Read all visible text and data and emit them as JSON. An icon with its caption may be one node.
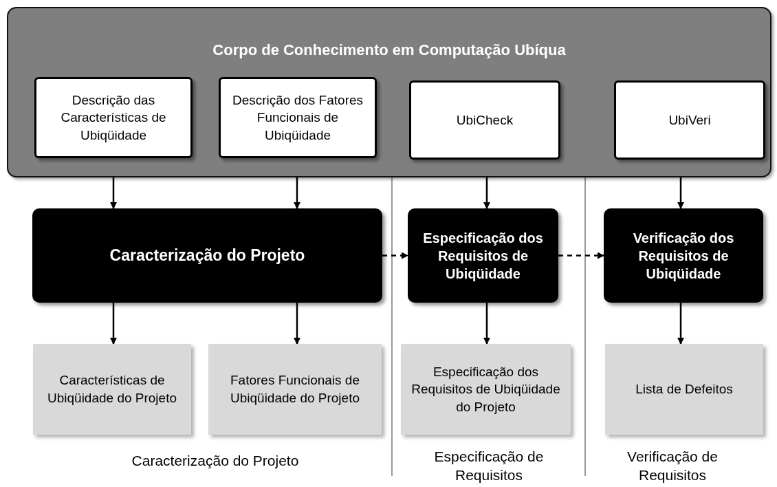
{
  "diagram": {
    "nodes": [
      {
        "text": [
          "Corpo de Conhecimento em Computação Ubíqua"
        ]
      },
      {
        "text": [
          "Descrição das Características de Ubiqüidade"
        ],
        "in": 0
      },
      {
        "text": [
          "Descrição dos Fatores Funcionais de Ubiqüidade"
        ],
        "in": 0
      },
      {
        "text": [
          "UbiCheck"
        ],
        "in": 0
      },
      {
        "text": [
          "UbiVeri"
        ],
        "in": 0
      },
      {
        "text": [
          "Caracterização do Projeto"
        ]
      },
      {
        "text": [
          "Especificação dos Requisitos de Ubiqüidade"
        ]
      },
      {
        "text": [
          "Verificação dos Requisitos de Ubiqüidade"
        ]
      },
      {
        "text": [
          "Características de Ubiqüidade do Projeto"
        ]
      },
      {
        "text": [
          "Fatores Funcionais de Ubiqüidade do Projeto"
        ]
      },
      {
        "text": [
          "Especificação dos Requisitos de Ubiqüidade do Projeto"
        ]
      },
      {
        "text": [
          "Lista de Defeitos"
        ]
      }
    ],
    "edges": [
      {
        "from": 1,
        "to": 5,
        "arrow": "to"
      },
      {
        "from": 2,
        "to": 5,
        "arrow": "to"
      },
      {
        "from": 3,
        "to": 6,
        "arrow": "to"
      },
      {
        "from": 4,
        "to": 7,
        "arrow": "to"
      },
      {
        "from": 5,
        "to": 8,
        "arrow": "to"
      },
      {
        "from": 5,
        "to": 9,
        "arrow": "to"
      },
      {
        "from": 6,
        "to": 10,
        "arrow": "to"
      },
      {
        "from": 7,
        "to": 11,
        "arrow": "to"
      },
      {
        "from": 5,
        "to": 6,
        "arrow": "to",
        "style": "dashed"
      },
      {
        "from": 6,
        "to": 7,
        "arrow": "to",
        "style": "dashed"
      }
    ],
    "labels": [
      "Caracterização do Projeto",
      "Especificação de Requisitos",
      "Verificação de Requisitos"
    ]
  }
}
